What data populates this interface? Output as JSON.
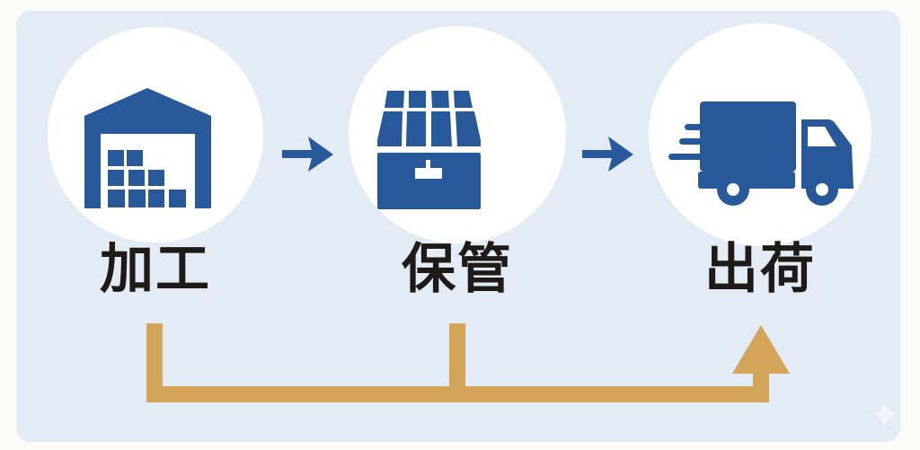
{
  "steps": [
    {
      "label": "加工",
      "icon": "warehouse-icon"
    },
    {
      "label": "保管",
      "icon": "storage-box-icon"
    },
    {
      "label": "出荷",
      "icon": "delivery-truck-icon"
    }
  ],
  "colors": {
    "panel": "#e3ecf5",
    "icon": "#27589a",
    "bypass_arrow": "#d4a458",
    "text": "#1e1a18"
  }
}
